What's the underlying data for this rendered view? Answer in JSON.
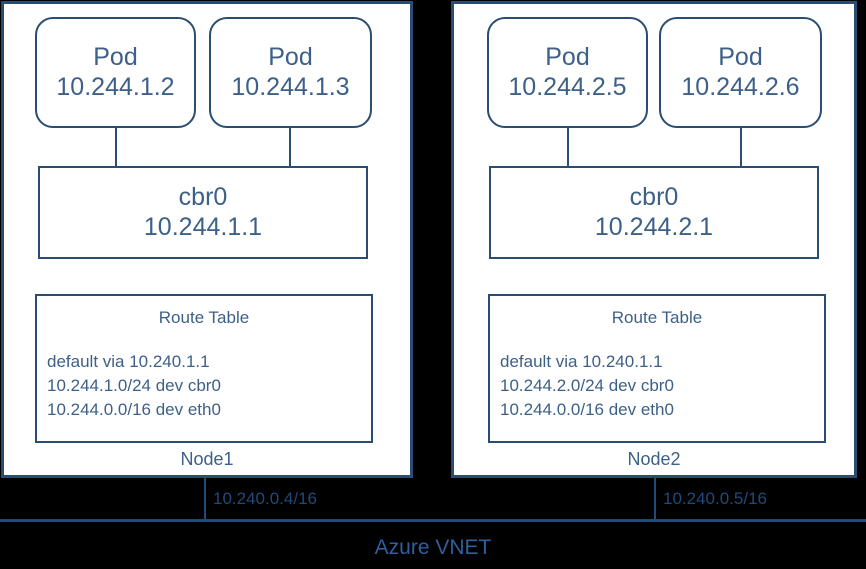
{
  "diagram": {
    "title": "Azure VNET",
    "colors": {
      "border": "#2a4d73",
      "text": "#3d6089",
      "accent": "#1f4a7a",
      "vnet_label": "#2e5f9e",
      "node_fill": "#ffffff",
      "background": "#000000"
    }
  },
  "nodes": [
    {
      "name": "Node1",
      "host_ip": "10.240.0.4/16",
      "pods": [
        {
          "title": "Pod",
          "ip": "10.244.1.2"
        },
        {
          "title": "Pod",
          "ip": "10.244.1.3"
        }
      ],
      "bridge": {
        "name": "cbr0",
        "ip": "10.244.1.1"
      },
      "route_table": {
        "title": "Route Table",
        "routes": [
          "default via 10.240.1.1",
          "10.244.1.0/24 dev cbr0",
          "10.244.0.0/16 dev eth0"
        ]
      }
    },
    {
      "name": "Node2",
      "host_ip": "10.240.0.5/16",
      "pods": [
        {
          "title": "Pod",
          "ip": "10.244.2.5"
        },
        {
          "title": "Pod",
          "ip": "10.244.2.6"
        }
      ],
      "bridge": {
        "name": "cbr0",
        "ip": "10.244.2.1"
      },
      "route_table": {
        "title": "Route Table",
        "routes": [
          "default via 10.240.1.1",
          "10.244.2.0/24 dev cbr0",
          "10.244.0.0/16 dev eth0"
        ]
      }
    }
  ]
}
